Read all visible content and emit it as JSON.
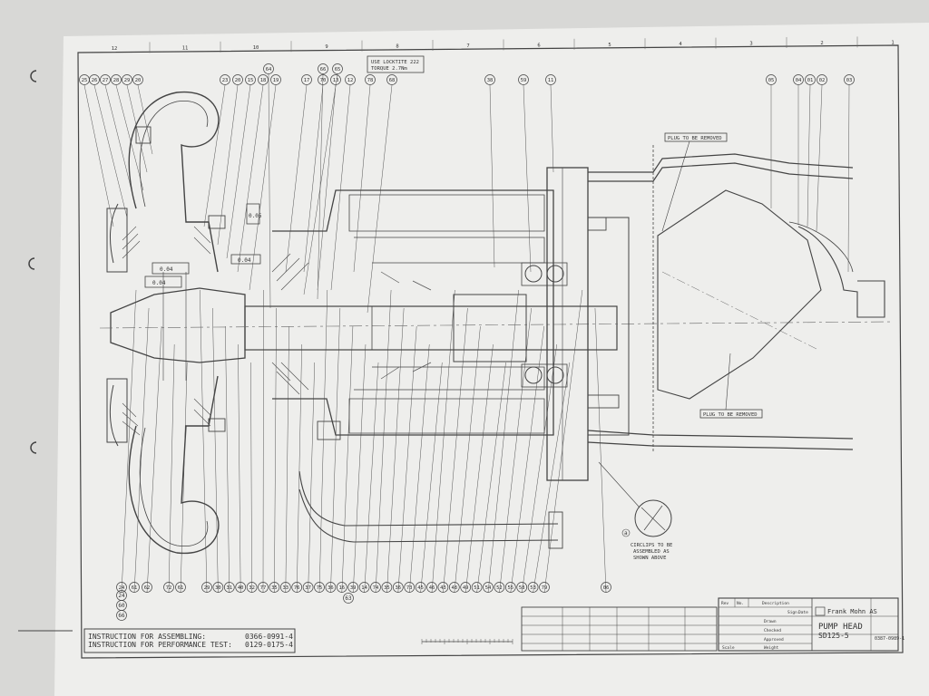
{
  "drawing": {
    "locktite_note": [
      "USE LOCKTITE 222",
      "TORQUE 2.7Nm"
    ],
    "plug_note_top": "PLUG TO BE REMOVED",
    "plug_note_bottom": "PLUG TO BE REMOVED",
    "circlips_note": [
      "CIRCLIPS TO BE",
      "ASSEMBLED AS",
      "SHOWN ABOVE"
    ],
    "detail_marker": "a",
    "tolerance_boxes": [
      "0.04",
      "0.04",
      "0.05",
      "0.04"
    ],
    "top_callouts": [
      "25",
      "26",
      "27",
      "28",
      "29",
      "20",
      "23",
      "20",
      "15",
      "18",
      "19",
      "64",
      "17",
      "70",
      "13",
      "12",
      "65",
      "66",
      "78",
      "68",
      "38",
      "59",
      "11",
      "05",
      "04",
      "01",
      "02",
      "03"
    ],
    "bottom_callouts": [
      "24",
      "61",
      "62",
      "72",
      "61",
      "29",
      "30",
      "31",
      "40",
      "32",
      "77",
      "35",
      "33",
      "76",
      "37",
      "75",
      "36",
      "16",
      "39",
      "14",
      "74",
      "35",
      "36",
      "73",
      "45",
      "46",
      "43",
      "48",
      "49",
      "51",
      "54",
      "52",
      "55",
      "58",
      "53",
      "79",
      "06"
    ],
    "bottom_left_stack": [
      "24",
      "60",
      "66"
    ],
    "sub_callout": "63",
    "column_numbers": [
      "12",
      "11",
      "10",
      "9",
      "8",
      "7",
      "6",
      "5",
      "4",
      "3",
      "2",
      "1"
    ]
  },
  "instructions": {
    "assembling_label": "INSTRUCTION FOR ASSEMBLING:",
    "assembling_code": "0366-0991-4",
    "performance_label": "INSTRUCTION FOR PERFORMANCE TEST:",
    "performance_code": "0129-0175-4"
  },
  "title_block": {
    "company": "Frank Mohn AS",
    "title": "PUMP HEAD",
    "subtitle": "SD125-5",
    "drawing_no": "0387-0989-1",
    "header_labels": [
      "Rev",
      "No.",
      "Description",
      "Sign.",
      "Date"
    ],
    "field_labels": [
      "Drawn",
      "Checked",
      "Approved",
      "Weight",
      "Scale"
    ]
  }
}
